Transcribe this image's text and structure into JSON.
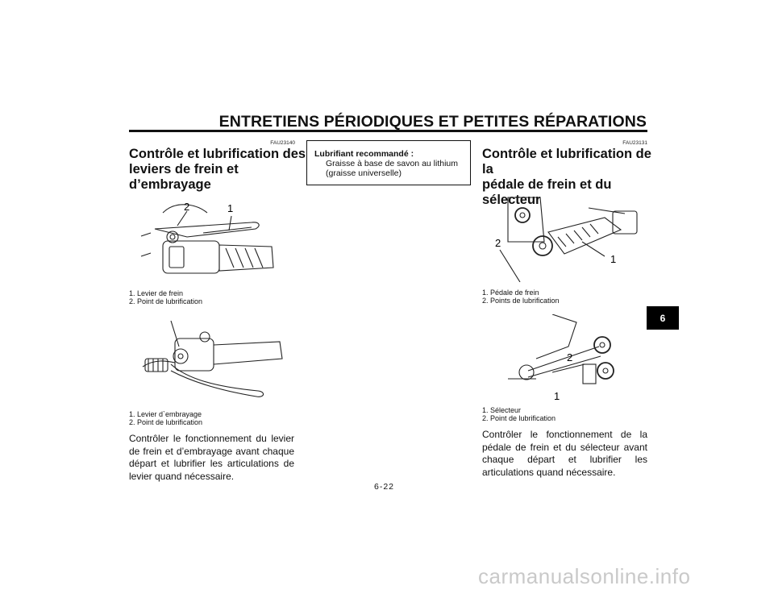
{
  "header": {
    "title": "ENTRETIENS PÉRIODIQUES ET PETITES RÉPARATIONS"
  },
  "left_section": {
    "code": "FAU23140",
    "title_lines": [
      "Contrôle et lubrification des",
      "leviers de frein et",
      "d’embrayage"
    ],
    "figure1": {
      "callouts": [
        "2",
        "1"
      ],
      "captions": [
        "1. Levier de frein",
        "2. Point de lubrification"
      ]
    },
    "figure2": {
      "captions": [
        "1. Levier d`embrayage",
        "2. Point de lubrification"
      ]
    },
    "body": "Contrôler le fonctionnement du levier de frein et d’embrayage avant chaque départ et lubrifier les articulations de levier quand nécessaire."
  },
  "lubricant_box": {
    "title": "Lubrifiant recommandé :",
    "lines": [
      "Graisse à base de savon au lithium",
      "(graisse universelle)"
    ]
  },
  "right_section": {
    "code": "FAU23131",
    "title_lines": [
      "Contrôle et lubrification de la",
      "pédale de frein et du",
      "sélecteur"
    ],
    "figure1": {
      "callouts": [
        "2",
        "1"
      ],
      "captions": [
        "1. Pédale de frein",
        "2. Points de lubrification"
      ]
    },
    "figure2": {
      "callouts": [
        "2",
        "1"
      ],
      "captions": [
        "1. Sélecteur",
        "2. Point de lubrification"
      ]
    },
    "body": "Contrôler le fonctionnement de la pédale de frein et du sélecteur avant chaque départ et lubrifier les articulations quand nécessaire."
  },
  "page_number": "6-22",
  "chapter_tab": "6",
  "watermark": "carmanualsonline.info"
}
